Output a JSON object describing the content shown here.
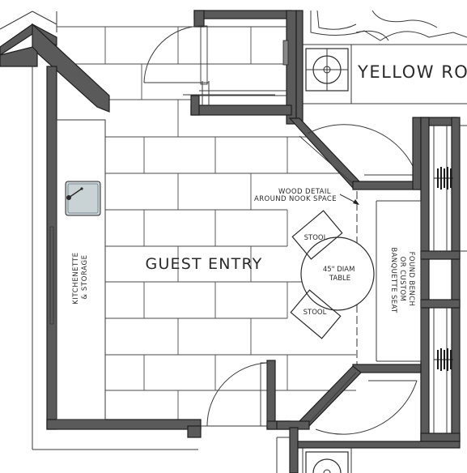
{
  "plan": {
    "rooms": {
      "guest_entry": "GUEST ENTRY",
      "yellow_room": "YELLOW RO"
    },
    "labels": {
      "kitchenette": "KITCHENETTE",
      "kitchenette_amp": "& STORAGE",
      "wood_detail_1": "WOOD DETAIL",
      "wood_detail_2": "AROUND NOOK SPACE",
      "stool_top": "STOOL",
      "stool_bottom": "STOOL",
      "table_1": "45\" DIAM",
      "table_2": "TABLE",
      "bench_1": "FOUND BENCH",
      "bench_2": "OR CUSTOM",
      "bench_3": "BANQUETTE SEAT"
    },
    "colors": {
      "wall_fill": "#5a5a5a",
      "wall_stroke": "#1f1f1f",
      "sink_fill": "#c9d3d6",
      "line": "#3a3a3a"
    }
  }
}
